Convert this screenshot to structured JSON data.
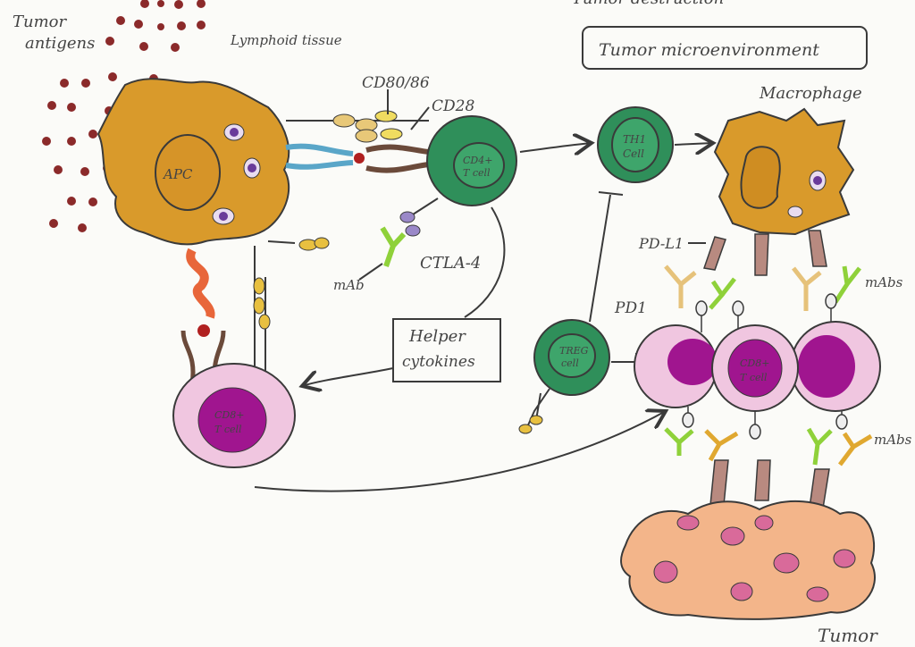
{
  "labels": {
    "top_cut": "Tumor destruction",
    "tumor_antigens_1": "Tumor",
    "tumor_antigens_2": "antigens",
    "lymphoid_tissue": "Lymphoid tissue",
    "tumor_microenvironment": "Tumor microenvironment",
    "macrophage": "Macrophage",
    "apc": "APC",
    "cd80_86": "CD80/86",
    "cd28": "CD28",
    "cd4_1": "CD4+",
    "cd4_2": "T cell",
    "th1_1": "TH1",
    "th1_2": "Cell",
    "ctla4": "CTLA-4",
    "mab": "mAb",
    "helper_1": "Helper",
    "helper_2": "cytokines",
    "pdl1": "PD-L1",
    "pd1": "PD1",
    "mabs_top": "mAbs",
    "mabs_bottom": "mAbs",
    "treg_1": "TREG",
    "treg_2": "cell",
    "cd8_left_1": "CD8+",
    "cd8_left_2": "T cell",
    "cd8_right_1": "CD8+",
    "cd8_right_2": "T cell",
    "tumor": "Tumor"
  },
  "colors": {
    "apc": "#d99a2b",
    "tcell_green": "#2f8f5a",
    "cd8_outer": "#f0c6e0",
    "cd8_nucleus": "#a0158f",
    "antigen": "#8b2a2a",
    "tumor": "#f3b58a",
    "mab_green": "#8fd13a",
    "mab_yellow": "#e6c27a"
  }
}
